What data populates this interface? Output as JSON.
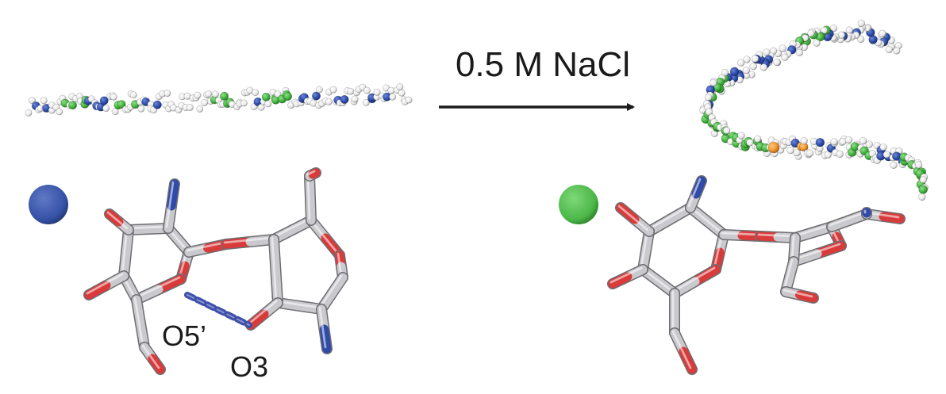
{
  "condition": {
    "label": "0.5 M NaCl"
  },
  "atom_labels": {
    "o5_prime": "O5’",
    "o3": "O3"
  },
  "legend_markers": [
    {
      "id": "blue",
      "color": "#3552a6"
    },
    {
      "id": "green",
      "color": "#4cb748"
    }
  ],
  "colors": {
    "carbon": "#c9c9ce",
    "oxygen": "#d93b3b",
    "nitrogen": "#2f4aa8",
    "hydrogen": "#f4f4f4",
    "residue_blue": "#2e4fb0",
    "residue_green": "#45b540",
    "residue_orange": "#f09a2e",
    "hbond": "#3f4fa8",
    "arrow": "#1a1a1a"
  }
}
